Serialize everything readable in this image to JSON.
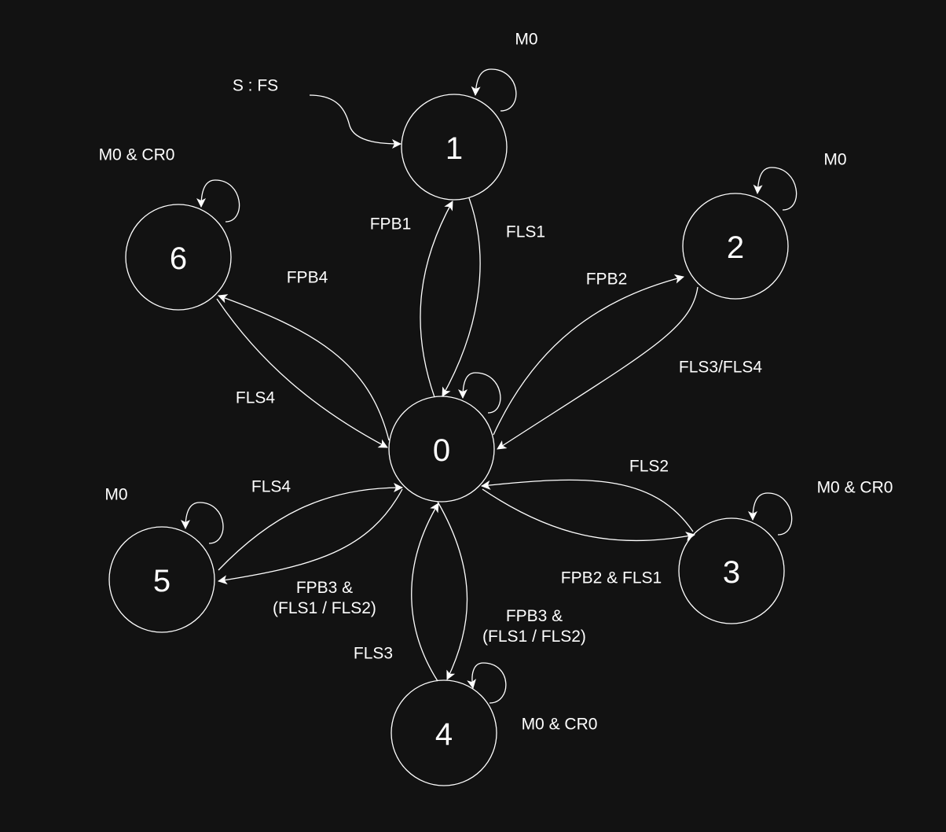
{
  "diagram": {
    "states": [
      {
        "id": "0",
        "label": "0"
      },
      {
        "id": "1",
        "label": "1"
      },
      {
        "id": "2",
        "label": "2"
      },
      {
        "id": "3",
        "label": "3"
      },
      {
        "id": "4",
        "label": "4"
      },
      {
        "id": "5",
        "label": "5"
      },
      {
        "id": "6",
        "label": "6"
      }
    ],
    "start": {
      "label": "S : FS",
      "target": "1"
    },
    "self_loops": [
      {
        "state": "1",
        "label": "M0"
      },
      {
        "state": "2",
        "label": "M0"
      },
      {
        "state": "3",
        "label": "M0 & CR0"
      },
      {
        "state": "4",
        "label": "M0 & CR0"
      },
      {
        "state": "5",
        "label": "M0"
      },
      {
        "state": "6",
        "label": "M0 & CR0"
      },
      {
        "state": "0",
        "label": ""
      }
    ],
    "transitions": [
      {
        "from": "0",
        "to": "1",
        "label": "FPB1"
      },
      {
        "from": "1",
        "to": "0",
        "label": "FLS1"
      },
      {
        "from": "0",
        "to": "2",
        "label": "FPB2"
      },
      {
        "from": "2",
        "to": "0",
        "label": "FLS3/FLS4"
      },
      {
        "from": "3",
        "to": "0",
        "label": "FLS2"
      },
      {
        "from": "0",
        "to": "3",
        "label": "FPB2 & FLS1"
      },
      {
        "from": "0",
        "to": "4",
        "label": "FPB3 &\n(FLS1 / FLS2)"
      },
      {
        "from": "4",
        "to": "0",
        "label": "FLS3"
      },
      {
        "from": "5",
        "to": "0",
        "label": "FLS4"
      },
      {
        "from": "0",
        "to": "5",
        "label": "FPB3 &\n(FLS1 / FLS2)"
      },
      {
        "from": "0",
        "to": "6",
        "label": "FPB4"
      },
      {
        "from": "6",
        "to": "0",
        "label": "FLS4"
      }
    ]
  }
}
